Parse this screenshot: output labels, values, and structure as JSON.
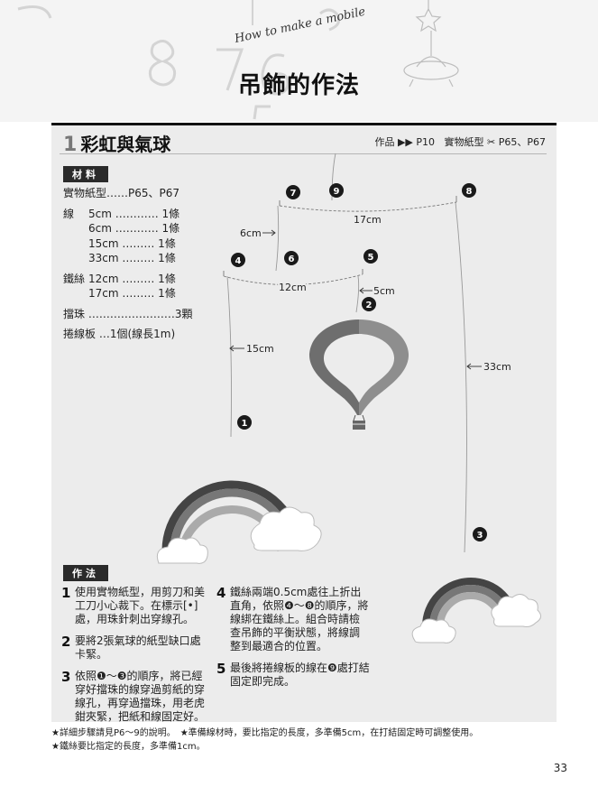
{
  "header": {
    "script_title": "How to make a mobile",
    "main_title": "吊飾的作法"
  },
  "section": {
    "number": "1",
    "title": "彩虹與氣球",
    "ref_work": "作品",
    "ref_work_page": "P10",
    "ref_pattern": "實物紙型",
    "ref_pattern_pages": "P65、P67"
  },
  "materials": {
    "tag": "材料",
    "pattern": "實物紙型……P65、P67",
    "thread_label": "線",
    "threads": [
      "5cm ………… 1條",
      "6cm ………… 1條",
      "15cm ……… 1條",
      "33cm ……… 1條"
    ],
    "wire_label": "鐵絲",
    "wires": [
      "12cm ……… 1條",
      "17cm ……… 1條"
    ],
    "bead": "擋珠 ……………………3顆",
    "board": "捲線板 …1個(線長1m)"
  },
  "method": {
    "tag": "作法",
    "steps": [
      {
        "num": "1",
        "text": "使用實物紙型，用剪刀和美工刀小心裁下。在標示[•]處，用珠針刺出穿線孔。"
      },
      {
        "num": "2",
        "text": "要將2張氣球的紙型缺口處卡緊。"
      },
      {
        "num": "3",
        "text": "依照❶〜❸的順序，將已經穿好擋珠的線穿過剪紙的穿線孔，再穿過擋珠，用老虎鉗夾緊，把紙和線固定好。"
      },
      {
        "num": "4",
        "text": "鐵絲兩端0.5cm處往上折出直角，依照❹〜❽的順序，將線綁在鐵絲上。組合時請檢查吊飾的平衡狀態，將線調整到最適合的位置。"
      },
      {
        "num": "5",
        "text": "最後將捲線板的線在❾處打結固定即完成。"
      }
    ]
  },
  "diagram": {
    "markers": [
      "1",
      "2",
      "3",
      "4",
      "5",
      "6",
      "7",
      "8",
      "9"
    ],
    "dims": {
      "d6": "6cm",
      "d17": "17cm",
      "d12": "12cm",
      "d5": "5cm",
      "d15": "15cm",
      "d33": "33cm"
    }
  },
  "notes": {
    "line1": "★詳細步驟請見P6〜9的說明。　★準備線材時，要比指定的長度，多準備5cm，在打結固定時可調整使用。",
    "line2": "★鐵絲要比指定的長度，多準備1cm。"
  },
  "page_number": "33",
  "colors": {
    "header_bg": "#f4f4f4",
    "panel_bg": "#ececec",
    "rainbow_outer": "#444444",
    "rainbow_mid": "#777777",
    "rainbow_inner": "#aaaaaa",
    "cloud": "#ffffff",
    "balloon_dark": "#6e6e6e",
    "balloon_light": "#8e8e8e"
  }
}
